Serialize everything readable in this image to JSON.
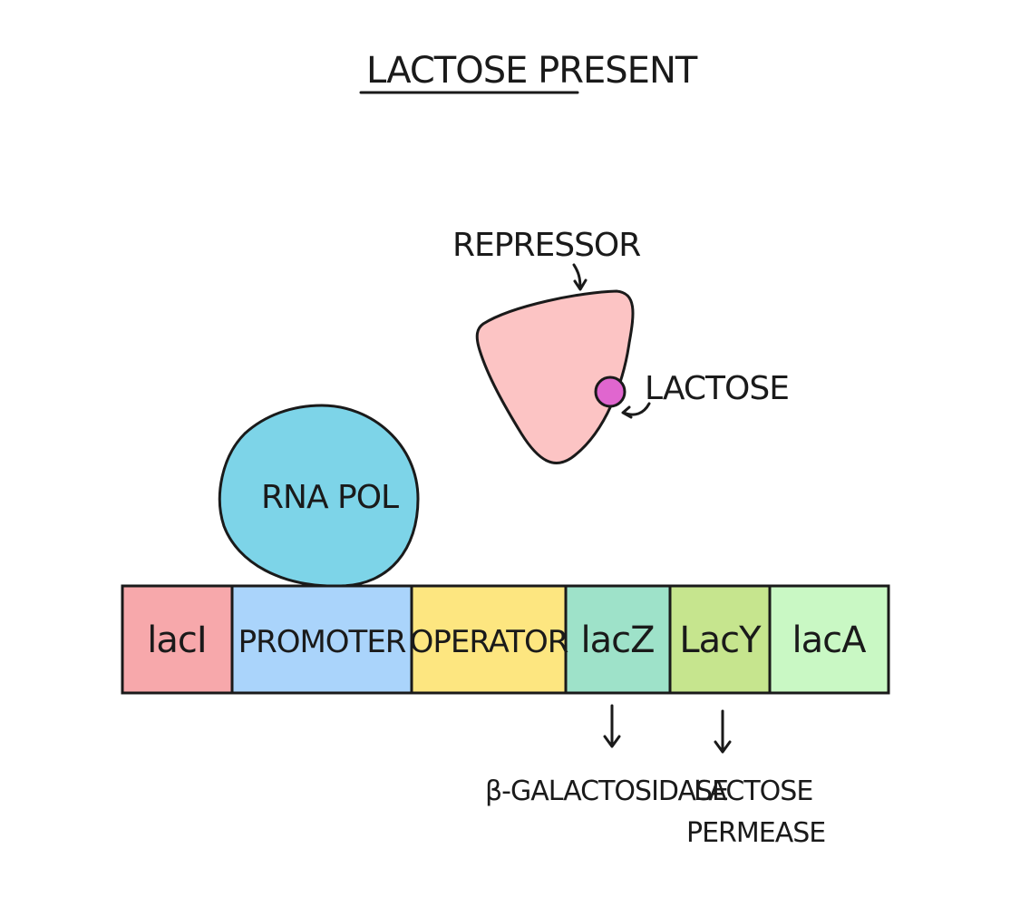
{
  "title": "LACTOSE PRESENT",
  "labels": {
    "repressor": "REPRESSOR",
    "lactose": "LACTOSE",
    "rna_pol": "RNA POL"
  },
  "genes": [
    {
      "label": "lacI",
      "color": "#f7a8ab"
    },
    {
      "label": "PROMOTER",
      "color": "#aad4fb"
    },
    {
      "label": "OPERATOR",
      "color": "#fde680"
    },
    {
      "label": "lacZ",
      "color": "#9ee2c9"
    },
    {
      "label": "LacY",
      "color": "#c6e58e"
    },
    {
      "label": "lacA",
      "color": "#c9f8c4"
    }
  ],
  "products": {
    "lacZ": "β-GALACTOSIDASE",
    "lacY_line1": "LACTOSE",
    "lacY_line2": "PERMEASE"
  },
  "colors": {
    "repressor": "#fcc4c4",
    "lactose": "#e066cf",
    "rna_pol": "#7dd4e8",
    "outline": "#1a1a1a"
  }
}
